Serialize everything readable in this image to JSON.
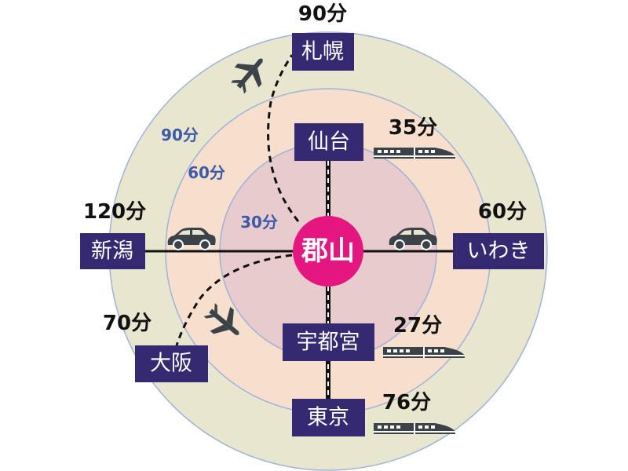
{
  "center": {
    "label": "郡山",
    "color": "#e3177f"
  },
  "rings": [
    {
      "label": "90分",
      "color": "#e9e6cf"
    },
    {
      "label": "60分",
      "color": "#f6dfcc"
    },
    {
      "label": "30分",
      "color": "#e8cbcd"
    }
  ],
  "destinations": {
    "sapporo": {
      "label": "札幌",
      "time": "90分",
      "mode": "plane-icon"
    },
    "sendai": {
      "label": "仙台",
      "time": "35分",
      "mode": "train-icon"
    },
    "niigata": {
      "label": "新潟",
      "time": "120分",
      "mode": "car-icon"
    },
    "iwaki": {
      "label": "いわき",
      "time": "60分",
      "mode": "car-icon"
    },
    "utsunomiya": {
      "label": "宇都宮",
      "time": "27分",
      "mode": "train-icon"
    },
    "tokyo": {
      "label": "東京",
      "time": "76分",
      "mode": "train-icon"
    },
    "osaka": {
      "label": "大阪",
      "time": "70分",
      "mode": "plane-icon"
    }
  },
  "colors": {
    "box": "#352a72",
    "ring_text": "#3b5ba8",
    "ring_stroke": "#9fb3d8"
  }
}
